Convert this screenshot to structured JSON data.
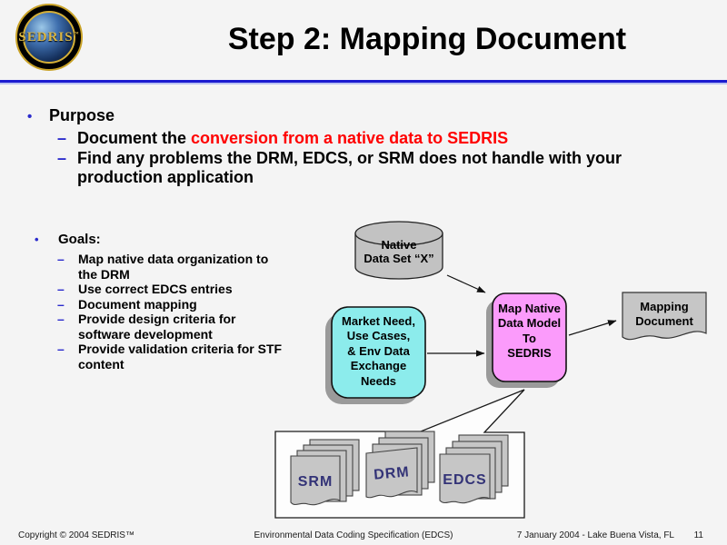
{
  "colors": {
    "rule_blue": "#1b1bcf",
    "bullet_blue": "#2b2bcc",
    "highlight_red": "#ff0000",
    "cylinder_gray": "#c2c2c2",
    "market_cyan": "#8cecec",
    "map_pink": "#fb9bfb",
    "doc_gray": "#c6c6c6",
    "shadow_gray": "#9a9a9a",
    "stack_navy": "#333377"
  },
  "header": {
    "title": "Step 2: Mapping Document",
    "logo_text": "SEDRIS",
    "logo_tm": "™"
  },
  "purpose": {
    "bullet_char": "•",
    "dash_char": "–",
    "heading": "Purpose",
    "item1_prefix": "Document the ",
    "item1_highlight": "conversion from a native data to SEDRIS",
    "item2": "Find any problems the DRM, EDCS, or SRM does not handle with your production application"
  },
  "goals": {
    "bullet_char": "•",
    "dash_char": "–",
    "heading": "Goals:",
    "items": [
      "Map native data organization to the DRM",
      "Use correct EDCS entries",
      "Document mapping",
      "Provide design criteria for software development",
      "Provide validation criteria for STF content"
    ]
  },
  "diagram": {
    "cylinder_label": "Native\nData Set “X”",
    "market_box_label": "Market Need,\nUse Cases,\n& Env Data\nExchange\nNeeds",
    "map_box_label": "Map Native\nData Model\nTo\nSEDRIS",
    "mapping_doc_label": "Mapping\nDocument",
    "stack_labels": [
      "SRM",
      "DRM",
      "EDCS"
    ]
  },
  "footer": {
    "copyright": "Copyright © 2004 SEDRIS™",
    "center": "Environmental Data Coding Specification (EDCS)",
    "date_location": "7 January 2004 - Lake Buena Vista, FL",
    "page": "11"
  }
}
